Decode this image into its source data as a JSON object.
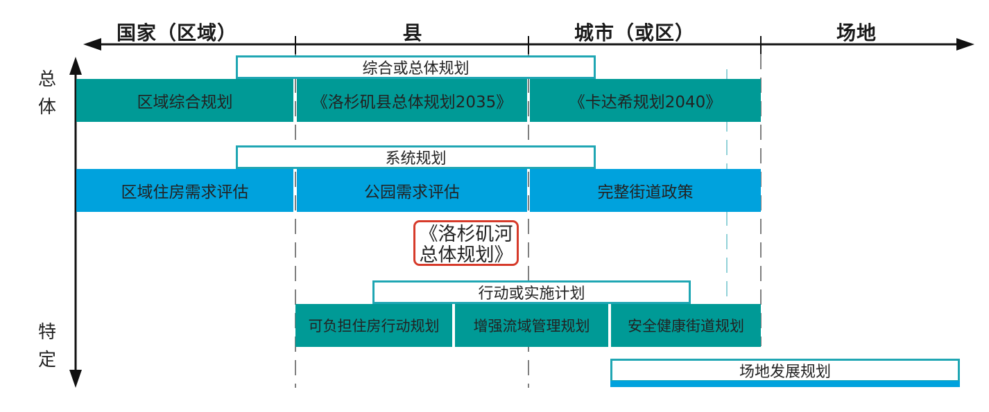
{
  "header": {
    "columns": [
      "国家（区域）",
      "县",
      "城市（或区）",
      "场地"
    ]
  },
  "axis": {
    "top_label": [
      "总",
      "体"
    ],
    "bottom_label": [
      "特",
      "定"
    ]
  },
  "groups": {
    "comprehensive": {
      "title": "综合或总体规划",
      "items": [
        "区域综合规划",
        "《洛杉矶县总体规划2035》",
        "《卡达希规划2040》"
      ]
    },
    "system": {
      "title": "系统规划",
      "items": [
        "区域住房需求评估",
        "公园需求评估",
        "完整街道政策"
      ]
    },
    "highlight": {
      "line1": "《洛杉矶河",
      "line2": "总体规划》"
    },
    "action": {
      "title": "行动或实施计划",
      "items": [
        "可负担住房行动规划",
        "增强流域管理规划",
        "安全健康街道规划"
      ]
    },
    "site": {
      "title": "场地发展规划"
    }
  },
  "colors": {
    "teal": "#009a96",
    "blue": "#00a2dd",
    "outline": "#1fa6b3",
    "highlight_border": "#d63a2a"
  }
}
